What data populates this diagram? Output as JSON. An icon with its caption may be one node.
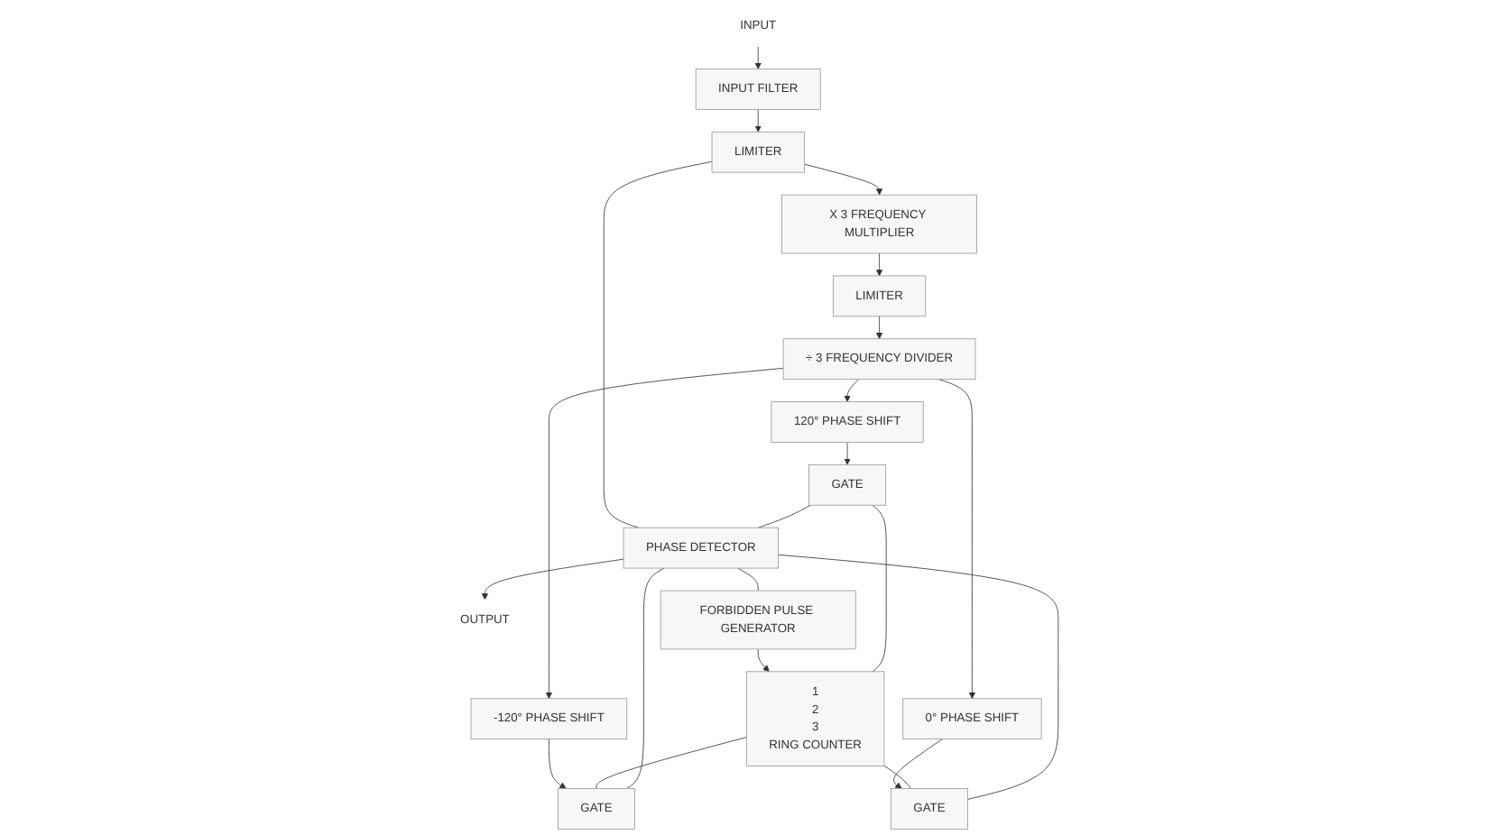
{
  "diagram": {
    "nodes": [
      {
        "text": [
          "INPUT"
        ]
      },
      {
        "text": [
          "INPUT FILTER"
        ]
      },
      {
        "text": [
          "LIMITER"
        ]
      },
      {
        "text": [
          "X 3 FREQUENCY MULTIPLIER"
        ]
      },
      {
        "text": [
          "LIMITER"
        ]
      },
      {
        "text": [
          "÷ 3 FREQUENCY DIVIDER"
        ]
      },
      {
        "text": [
          "120° PHASE SHIFT"
        ]
      },
      {
        "text": [
          "-120° PHASE SHIFT"
        ]
      },
      {
        "text": [
          "0° PHASE SHIFT"
        ]
      },
      {
        "text": [
          "GATE"
        ]
      },
      {
        "text": [
          "GATE"
        ]
      },
      {
        "text": [
          "GATE"
        ]
      },
      {
        "text": [
          "PHASE DETECTOR"
        ]
      },
      {
        "text": [
          "OUTPUT"
        ]
      },
      {
        "text": [
          "FORBIDDEN PULSE GENERATOR"
        ]
      },
      {
        "text": [
          "1",
          "2",
          "3",
          "RING COUNTER"
        ]
      }
    ],
    "edges": [
      {
        "from": 0,
        "to": 1,
        "arrow": "to"
      },
      {
        "from": 1,
        "to": 2,
        "arrow": "to"
      },
      {
        "from": 2,
        "to": 3,
        "arrow": "to"
      },
      {
        "from": 3,
        "to": 4,
        "arrow": "to"
      },
      {
        "from": 4,
        "to": 5,
        "arrow": "to"
      },
      {
        "from": 2,
        "to": 12,
        "arrow": "none"
      },
      {
        "from": 5,
        "to": 6,
        "arrow": "to"
      },
      {
        "from": 5,
        "to": 7,
        "arrow": "to"
      },
      {
        "from": 5,
        "to": 8,
        "arrow": "to"
      },
      {
        "from": 6,
        "to": 9,
        "arrow": "to"
      },
      {
        "from": 7,
        "to": 10,
        "arrow": "to"
      },
      {
        "from": 8,
        "to": 11,
        "arrow": "to"
      },
      {
        "from": 9,
        "to": 12,
        "arrow": "none"
      },
      {
        "from": 10,
        "to": 12,
        "arrow": "none"
      },
      {
        "from": 11,
        "to": 12,
        "arrow": "none"
      },
      {
        "from": 15,
        "to": 9,
        "arrow": "none"
      },
      {
        "from": 15,
        "to": 10,
        "arrow": "none"
      },
      {
        "from": 15,
        "to": 11,
        "arrow": "none"
      },
      {
        "from": 12,
        "to": 13,
        "arrow": "to"
      },
      {
        "from": 12,
        "to": 14,
        "arrow": "none"
      },
      {
        "from": 14,
        "to": 15,
        "arrow": "to"
      }
    ]
  }
}
